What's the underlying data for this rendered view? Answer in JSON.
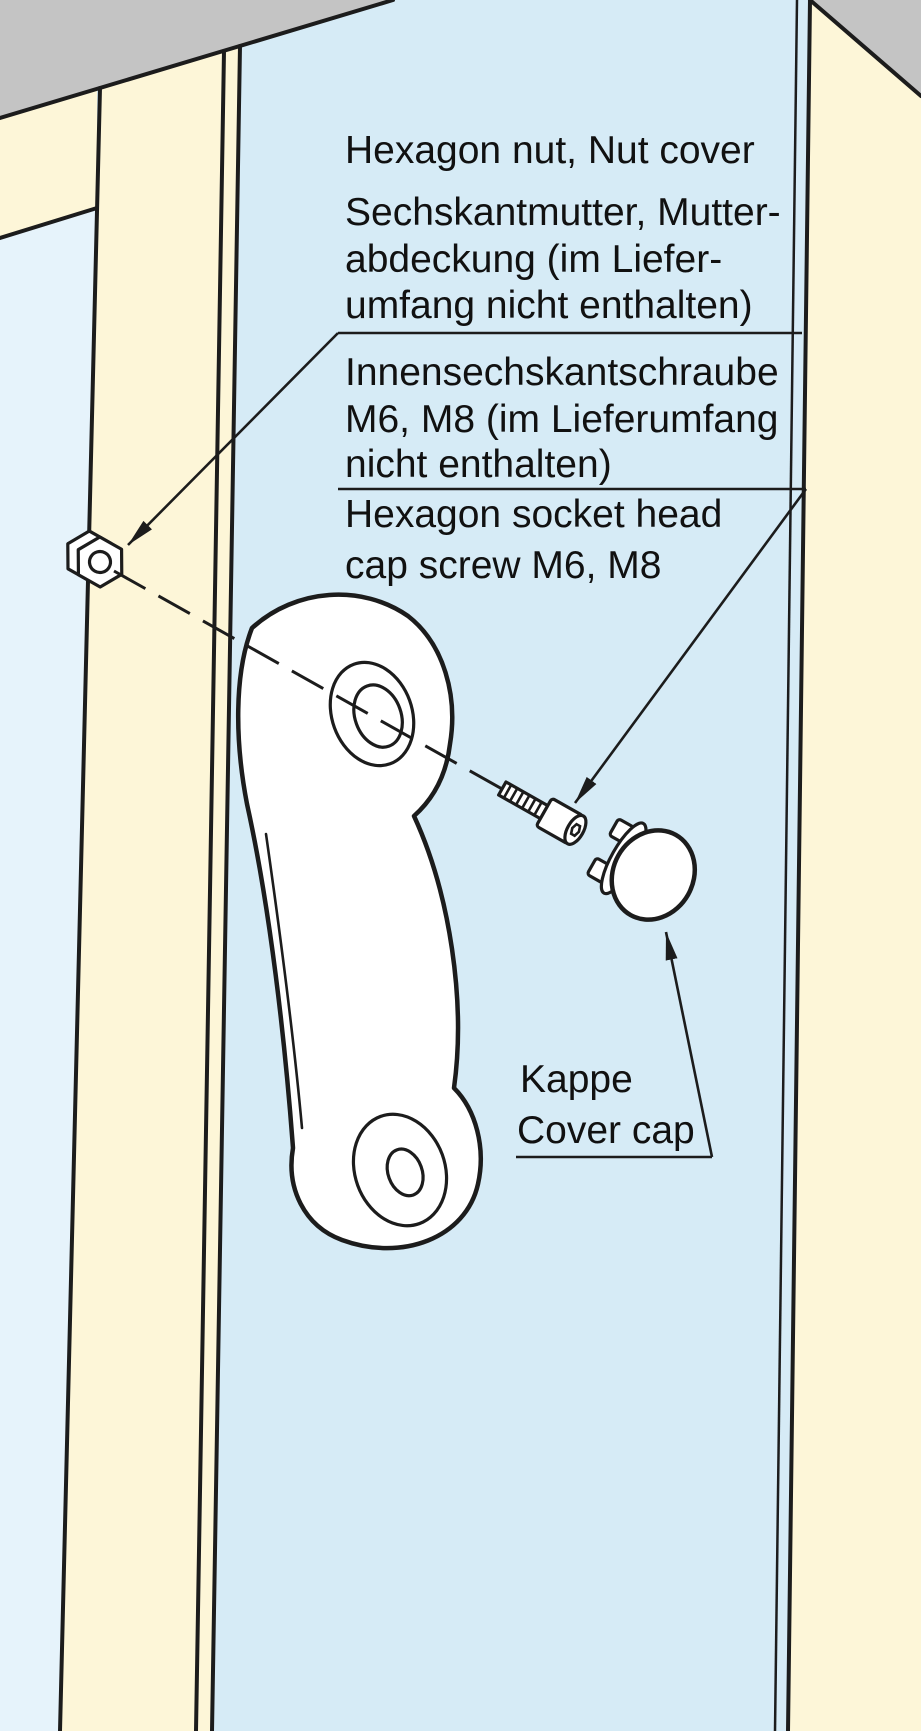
{
  "figure": {
    "kind": "handle-installation-exploded-diagram",
    "callouts": {
      "nut": {
        "en": "Hexagon nut, Nut cover",
        "de": [
          "Sechskantmutter, Mutter-",
          "abdeckung (im Liefer-",
          "umfang nicht enthalten)"
        ],
        "target": "hexagon-nut"
      },
      "screw": {
        "de": [
          "Innensechskantschraube",
          "M6, M8 (im Lieferumfang",
          "nicht enthalten)"
        ],
        "en": [
          "Hexagon socket head",
          "cap screw M6, M8"
        ],
        "target": "socket-head-cap-screw"
      },
      "cap": {
        "de": "Kappe",
        "en": "Cover cap",
        "target": "cover-cap"
      }
    },
    "parts": [
      {
        "name": "hexagon-nut"
      },
      {
        "name": "pull-handle"
      },
      {
        "name": "socket-head-cap-screw"
      },
      {
        "name": "cover-cap"
      },
      {
        "name": "door-frame"
      },
      {
        "name": "glass-panel"
      }
    ],
    "colors": {
      "glass": "#d6ebf6",
      "glass2": "#e6f3fb",
      "frame": "#fdf6d8",
      "wall": "#c4c4c4",
      "line": "#1c1c1c",
      "ink": "#111111",
      "part": "#ffffff"
    }
  }
}
